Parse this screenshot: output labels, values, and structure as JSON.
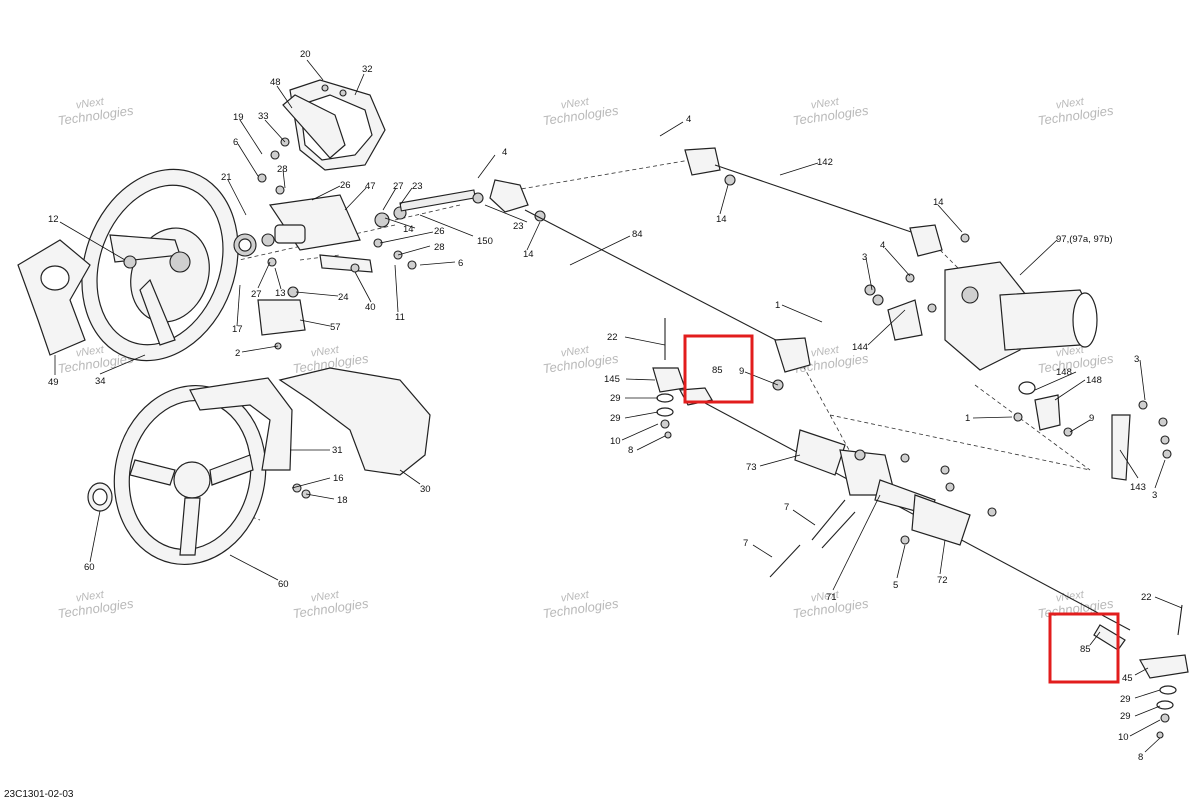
{
  "diagram": {
    "document_code": "23C1301-02-03",
    "watermark": [
      "vNext",
      "Technologies"
    ],
    "callouts": {
      "c20": "20",
      "c32": "32",
      "c48": "48",
      "c19": "19",
      "c33": "33",
      "c6a": "6",
      "c28a": "28",
      "c21": "21",
      "c26a": "26",
      "c47": "47",
      "c27a": "27",
      "c23a": "23",
      "c12": "12",
      "c4a": "4",
      "c4b": "4",
      "c142": "142",
      "c14a": "14",
      "c14b": "14",
      "c14c": "14",
      "c23b": "23",
      "c150": "150",
      "c26b": "26",
      "c28b": "28",
      "c6b": "6",
      "c84": "84",
      "c97": "97,(97a, 97b)",
      "c4c": "4",
      "c3a": "3",
      "c3b": "3",
      "c27b": "27",
      "c13": "13",
      "c24": "24",
      "c40": "40",
      "c11": "11",
      "c17": "17",
      "c57": "57",
      "c2": "2",
      "c49": "49",
      "c34": "34",
      "c1a": "1",
      "c144": "144",
      "c22a": "22",
      "c85a": "85",
      "c9a": "9",
      "c145a": "145",
      "c29a": "29",
      "c29b": "29",
      "c10a": "10",
      "c8a": "8",
      "c148a": "148",
      "c148b": "148",
      "c3c": "3",
      "c1b": "1",
      "c9b": "9",
      "c73": "73",
      "c71": "71",
      "c143": "143",
      "c3d": "3",
      "c31": "31",
      "c16": "16",
      "c18": "18",
      "c30": "30",
      "c60a": "60",
      "c60b": "60",
      "c7a": "7",
      "c7b": "7",
      "c5": "5",
      "c72": "72",
      "c22b": "22",
      "c85b": "85",
      "c145b": "45",
      "c29c": "29",
      "c29d": "29",
      "c10b": "10",
      "c8b": "8"
    },
    "highlight_color": "#e21d1d"
  }
}
